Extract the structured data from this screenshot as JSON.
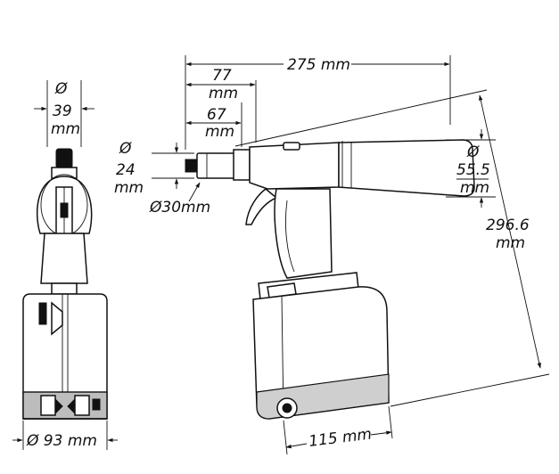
{
  "dimensions": {
    "top_width": "Ø",
    "top_width_value": "39",
    "top_width_unit": "mm",
    "length_overall": "275 mm",
    "length_77_value": "77",
    "length_77_unit": "mm",
    "length_67_value": "67",
    "length_67_unit": "mm",
    "nose_symbol": "Ø",
    "nose_value": "24",
    "nose_unit": "mm",
    "nose_head": "Ø30mm",
    "handle_symbol": "Ø",
    "handle_value": "55.5",
    "handle_unit": "mm",
    "height_value": "296.6",
    "height_unit": "mm",
    "base_diameter": "Ø 93 mm",
    "base_depth": "115 mm"
  }
}
